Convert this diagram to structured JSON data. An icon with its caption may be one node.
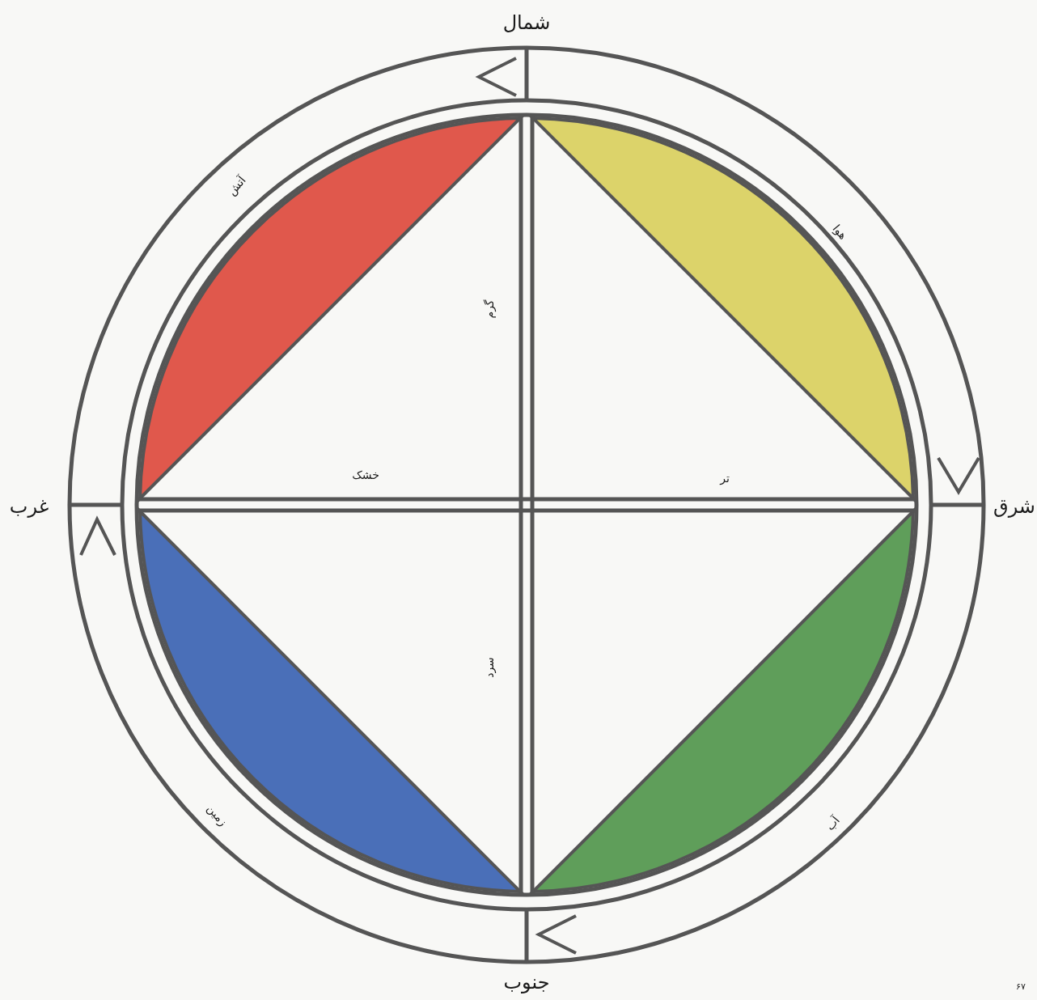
{
  "diagram": {
    "labels": [
      "شمال",
      "آتش",
      "هوا",
      "گرم",
      "خشک",
      "تر",
      "غرب",
      "شرق",
      "سرد",
      "زمین",
      "آب",
      "جنوب",
      "۶۷"
    ]
  }
}
